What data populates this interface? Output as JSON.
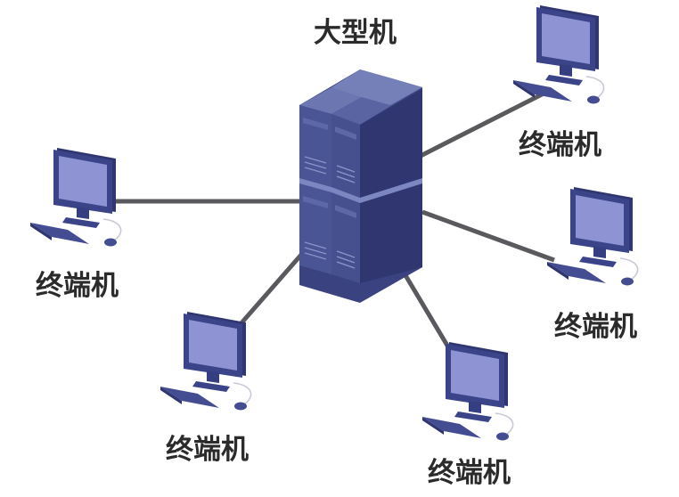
{
  "mainframe": {
    "label": "大型机",
    "icon": "server-rack-icon"
  },
  "terminals": [
    {
      "label": "终端机",
      "icon": "desktop-computer-icon"
    },
    {
      "label": "终端机",
      "icon": "desktop-computer-icon"
    },
    {
      "label": "终端机",
      "icon": "desktop-computer-icon"
    },
    {
      "label": "终端机",
      "icon": "desktop-computer-icon"
    },
    {
      "label": "终端机",
      "icon": "desktop-computer-icon"
    }
  ],
  "colors": {
    "connector": "#5a5a5e",
    "server_front": "#4a5595",
    "server_side": "#2f3670",
    "server_top": "#6c76b0",
    "monitor_frame": "#3b4488",
    "monitor_screen": "#8d93d3",
    "keyboard": "#444d92",
    "label_text": "#2b2b2b"
  }
}
